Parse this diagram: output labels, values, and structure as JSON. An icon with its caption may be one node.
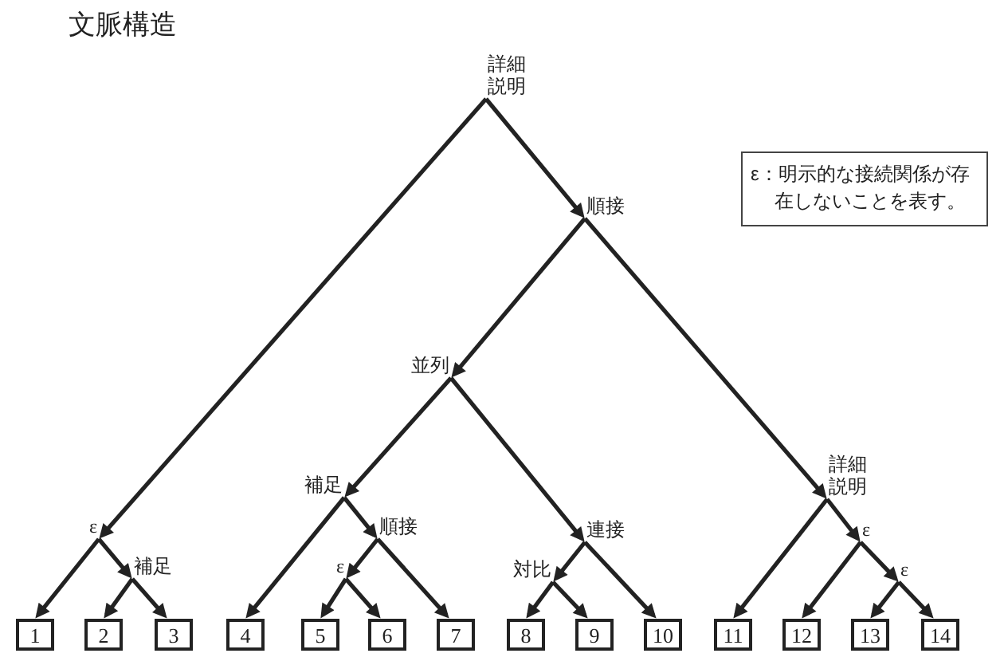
{
  "diagram": {
    "title": "文脈構造",
    "nodes": [
      {
        "text": [
          "詳細説明"
        ]
      },
      {
        "text": [
          "ε：明示的な接続関係が存在しないことを表す。"
        ]
      },
      {
        "text": [
          "順接"
        ]
      },
      {
        "text": [
          "並列"
        ]
      },
      {
        "text": [
          "補足"
        ]
      },
      {
        "text": [
          "詳細説明"
        ]
      },
      {
        "text": [
          "ε"
        ]
      },
      {
        "text": [
          "順接"
        ]
      },
      {
        "text": [
          "連接"
        ]
      },
      {
        "text": [
          "ε"
        ]
      },
      {
        "text": [
          "補足"
        ]
      },
      {
        "text": [
          "ε"
        ]
      },
      {
        "text": [
          "対比"
        ]
      },
      {
        "text": [
          "ε"
        ]
      },
      {
        "text": [
          "1"
        ]
      },
      {
        "text": [
          "2"
        ]
      },
      {
        "text": [
          "3"
        ]
      },
      {
        "text": [
          "4"
        ]
      },
      {
        "text": [
          "5"
        ]
      },
      {
        "text": [
          "6"
        ]
      },
      {
        "text": [
          "7"
        ]
      },
      {
        "text": [
          "8"
        ]
      },
      {
        "text": [
          "9"
        ]
      },
      {
        "text": [
          "10"
        ]
      },
      {
        "text": [
          "11"
        ]
      },
      {
        "text": [
          "12"
        ]
      },
      {
        "text": [
          "13"
        ]
      },
      {
        "text": [
          "14"
        ]
      }
    ],
    "edges": [
      {
        "from": 0,
        "to": 6,
        "arrow": "to"
      },
      {
        "from": 0,
        "to": 2,
        "arrow": "to"
      },
      {
        "from": 2,
        "to": 3,
        "arrow": "to"
      },
      {
        "from": 2,
        "to": 5,
        "arrow": "to"
      },
      {
        "from": 3,
        "to": 4,
        "arrow": "to"
      },
      {
        "from": 3,
        "to": 8,
        "arrow": "to"
      },
      {
        "from": 4,
        "to": 17,
        "arrow": "to"
      },
      {
        "from": 4,
        "to": 7,
        "arrow": "to"
      },
      {
        "from": 5,
        "to": 24,
        "arrow": "to"
      },
      {
        "from": 5,
        "to": 9,
        "arrow": "to"
      },
      {
        "from": 6,
        "to": 14,
        "arrow": "to"
      },
      {
        "from": 6,
        "to": 10,
        "arrow": "to"
      },
      {
        "from": 7,
        "to": 11,
        "arrow": "to"
      },
      {
        "from": 7,
        "to": 20,
        "arrow": "to"
      },
      {
        "from": 8,
        "to": 12,
        "arrow": "to"
      },
      {
        "from": 8,
        "to": 23,
        "arrow": "to"
      },
      {
        "from": 9,
        "to": 25,
        "arrow": "to"
      },
      {
        "from": 9,
        "to": 13,
        "arrow": "to"
      },
      {
        "from": 10,
        "to": 15,
        "arrow": "to"
      },
      {
        "from": 10,
        "to": 16,
        "arrow": "to"
      },
      {
        "from": 11,
        "to": 18,
        "arrow": "to"
      },
      {
        "from": 11,
        "to": 19,
        "arrow": "to"
      },
      {
        "from": 12,
        "to": 21,
        "arrow": "to"
      },
      {
        "from": 12,
        "to": 22,
        "arrow": "to"
      },
      {
        "from": 13,
        "to": 26,
        "arrow": "to"
      },
      {
        "from": 13,
        "to": 27,
        "arrow": "to"
      }
    ]
  }
}
